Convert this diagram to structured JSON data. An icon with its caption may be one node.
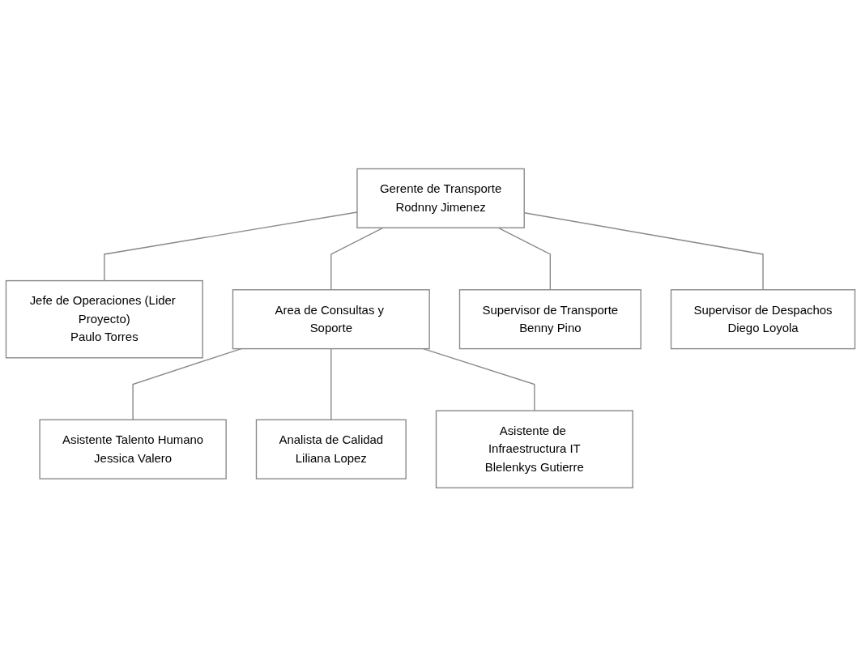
{
  "diagram": {
    "nodes": [
      {
        "text": [
          "Gerente de Transporte",
          "Rodnny Jimenez"
        ]
      },
      {
        "text": [
          "Jefe de Operaciones (Lider Proyecto)",
          "Paulo Torres"
        ]
      },
      {
        "text": [
          "Area de Consultas y Soporte"
        ]
      },
      {
        "text": [
          "Asistente Talento Humano",
          "Jessica Valero"
        ]
      },
      {
        "text": [
          "Analista de Calidad",
          "Liliana Lopez"
        ]
      },
      {
        "text": [
          "Asistente de Infraestructura IT",
          "Blelenkys Gutierre"
        ]
      },
      {
        "text": [
          "Supervisor de Transporte",
          "Benny Pino"
        ]
      },
      {
        "text": [
          "Supervisor de Despachos",
          "Diego Loyola"
        ]
      }
    ],
    "edges": [
      {
        "from": 0,
        "to": 1,
        "arrow": "none"
      },
      {
        "from": 0,
        "to": 2,
        "arrow": "none"
      },
      {
        "from": 2,
        "to": 3,
        "arrow": "none"
      },
      {
        "from": 2,
        "to": 4,
        "arrow": "none"
      },
      {
        "from": 2,
        "to": 5,
        "arrow": "none"
      },
      {
        "from": 0,
        "to": 6,
        "arrow": "none"
      },
      {
        "from": 0,
        "to": 7,
        "arrow": "none"
      }
    ]
  }
}
